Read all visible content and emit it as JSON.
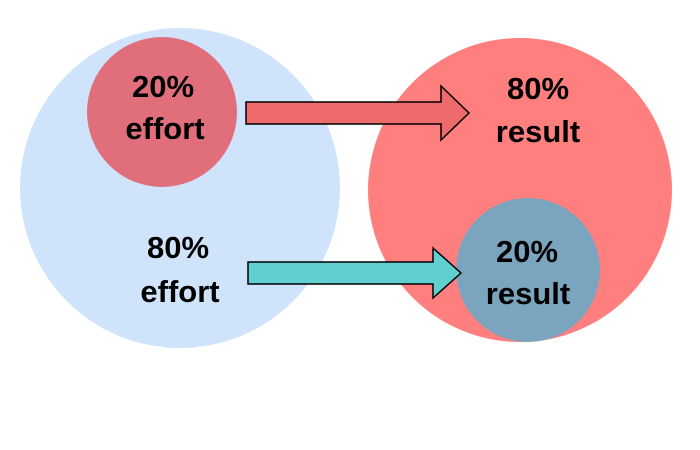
{
  "diagram": {
    "left_group": {
      "small_circle": {
        "pct": "20%",
        "word": "effort",
        "color": "#e06f7b"
      },
      "large_circle": {
        "pct": "80%",
        "word": "effort",
        "color": "#cfe3fb"
      }
    },
    "right_group": {
      "large_circle": {
        "pct": "80%",
        "word": "result",
        "color": "#ff7f7f"
      },
      "small_circle": {
        "pct": "20%",
        "word": "result",
        "color": "#7ba4bf"
      }
    },
    "arrows": {
      "top_arrow_color": "#ee6b6b",
      "bottom_arrow_color": "#5fcfcf",
      "outline_color": "#000000"
    }
  }
}
